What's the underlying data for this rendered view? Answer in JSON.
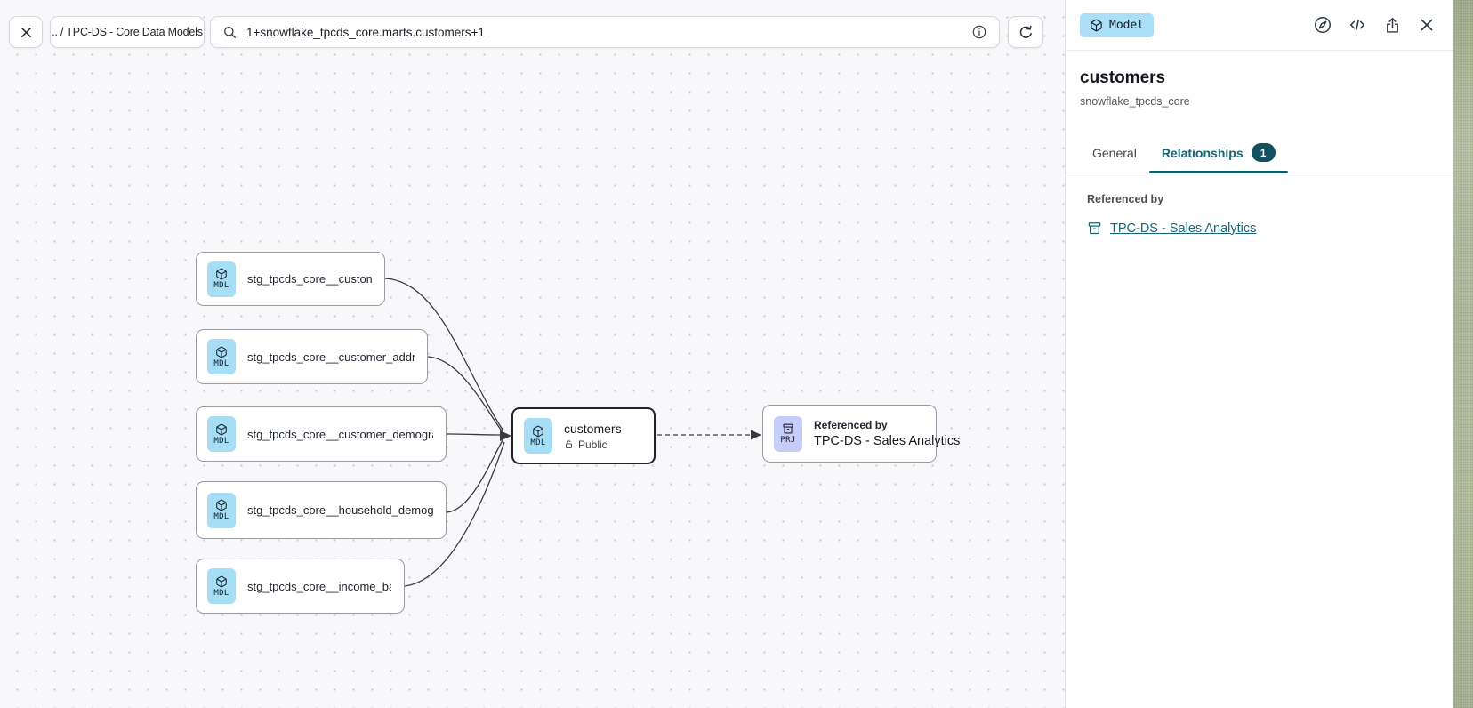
{
  "topbar": {
    "breadcrumb": ".. / TPC-DS - Core Data Models",
    "search_value": "1+snowflake_tpcds_core.marts.customers+1"
  },
  "canvas": {
    "upstream_nodes": [
      {
        "badge": "MDL",
        "label": "stg_tpcds_core__customer"
      },
      {
        "badge": "MDL",
        "label": "stg_tpcds_core__customer_address"
      },
      {
        "badge": "MDL",
        "label": "stg_tpcds_core__customer_demogra…"
      },
      {
        "badge": "MDL",
        "label": "stg_tpcds_core__household_demogr…"
      },
      {
        "badge": "MDL",
        "label": "stg_tpcds_core__income_band"
      }
    ],
    "selected_node": {
      "badge": "MDL",
      "title": "customers",
      "visibility": "Public"
    },
    "downstream_node": {
      "badge": "PRJ",
      "kicker": "Referenced by",
      "label": "TPC-DS - Sales Analytics"
    },
    "edges": [
      {
        "from": "stg_tpcds_core__customer",
        "to": "customers",
        "style": "solid"
      },
      {
        "from": "stg_tpcds_core__customer_address",
        "to": "customers",
        "style": "solid"
      },
      {
        "from": "stg_tpcds_core__customer_demogra…",
        "to": "customers",
        "style": "solid"
      },
      {
        "from": "stg_tpcds_core__household_demogr…",
        "to": "customers",
        "style": "solid"
      },
      {
        "from": "stg_tpcds_core__income_band",
        "to": "customers",
        "style": "solid"
      },
      {
        "from": "customers",
        "to": "TPC-DS - Sales Analytics",
        "style": "dashed"
      }
    ]
  },
  "panel": {
    "type_badge": "Model",
    "title": "customers",
    "subtitle": "snowflake_tpcds_core",
    "tabs": [
      {
        "label": "General"
      },
      {
        "label": "Relationships",
        "badge": "1"
      }
    ],
    "referenced_by_label": "Referenced by",
    "referenced_by_link": "TPC-DS - Sales Analytics"
  },
  "icons": {
    "toolbar": [
      "close",
      "search",
      "info",
      "refresh"
    ],
    "panel_actions": [
      "compass-explore",
      "code",
      "share-export",
      "close"
    ],
    "node": [
      "cube-model",
      "archive-project",
      "lock-open"
    ]
  },
  "colors": {
    "accent_teal": "#176575",
    "accent_teal_dark": "#11505d",
    "model_badge_blue": "#abdff7",
    "mdl_node_badge_blue": "#a6def6",
    "prj_node_badge_purple": "#c5cdf8",
    "canvas_bg": "#f8f8fa",
    "node_border": "#9a9aa4",
    "selected_node_border": "#232329"
  }
}
